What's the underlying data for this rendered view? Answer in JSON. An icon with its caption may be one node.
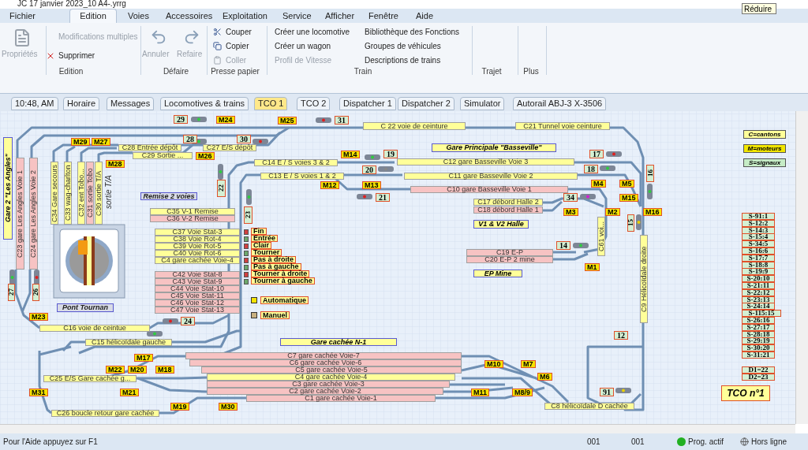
{
  "diagram": {
    "title": "JC 17 janvier 2023_10 A4-.yrrg",
    "labels": [
      "Réduire",
      "Fichier",
      "Edition",
      "Voies",
      "Accessoires",
      "Exploitation",
      "Service",
      "Afficher",
      "Fenêtre",
      "Aide",
      "Propriétés",
      "Modifications multiples",
      "Supprimer",
      "Edition",
      "Annuler",
      "Refaire",
      "Défaire",
      "Couper",
      "Copier",
      "Coller",
      "Presse papier",
      "Créer une locomotive",
      "Créer un wagon",
      "Profil de Vitesse",
      "Bibliothèque des Fonctions",
      "Groupes de véhicules",
      "Descriptions de trains",
      "Train",
      "Trajet",
      "Plus",
      "10:48, AM",
      "Horaire",
      "Messages",
      "Locomotives & trains",
      "TCO 1",
      "TCO 2",
      "Dispatcher 1",
      "Dispatcher 2",
      "Simulator",
      "Autorail ABJ-3 X-3506",
      "29",
      "M24",
      "M25",
      "31",
      "C 22 voie de ceinture",
      "C21 Tunnel voie ceinture",
      "Gare 2 \"Les Angles\"",
      "M29",
      "M27",
      "28",
      "30",
      "C28 Entrée dépôt",
      "C27 E/S dépôt",
      "Gare Principale \"Basseville\"",
      "C29 Sortie ...",
      "M26",
      "M14",
      "19",
      "17",
      "M28",
      "C14  E / S voies 3 & 2",
      "C12 gare Basseville Voie 3",
      "20",
      "18",
      "16",
      "C13  E / S voies 1 & 2",
      "C11 gare Basseville Voie 2",
      "C34 Gare secours",
      "C33 wag-charlton",
      "C32 ent Tobo...",
      "C31 sortie Tobo",
      "C30 sortie T/A",
      "sortie T/A",
      "C23 gare Les Angles Voie 1",
      "C24 gare Les Angles Voie 2",
      "22",
      "M12",
      "M13",
      "M4",
      "M5",
      "C10 gare Basseville Voie 1",
      "Remise 2 voies",
      "21",
      "34",
      "M15",
      "C17 débord Halle 2",
      "C35 V-1 Remise",
      "23",
      "C18 débord Halle 1",
      "M3",
      "M2",
      "M16",
      "C36 V-2 Remise",
      "V1 & V2 Halle",
      "C61 voi...",
      "15",
      "C37 Voie Stat-3",
      "Fin",
      "C38  Voie Rot-4",
      "Entrée",
      "C9 Hélicoïdale droite",
      "C39 Voie Rot-5",
      "Clair",
      "14",
      "C40 Voie Rot-6",
      "Tourner",
      "C19 E-P",
      "C4 gare cachée Voie-4",
      "Pas à droite",
      "C20 E-P 2 mine",
      "M1",
      "Pas à gauche",
      "C42 Voie Stat-8",
      "Tourner à droite",
      "EP Mine",
      "C43 Voie Stat-9",
      "Tourner à gauche",
      "C44 Voie Stat-10",
      "27",
      "26",
      "C45 Voie Stat-11",
      "C46 Voie Stat-12",
      "Automatique",
      "Pont Tournan",
      "C47 Voie Stat-13",
      "M23",
      "Manuel",
      "24",
      "C16 voie de ceintue",
      "12",
      "C15 hélicoïdale gauche",
      "Gare cachée N-1",
      "M17",
      "C7 gare cachée Voie-7",
      "C6 gare cachée Voie-6",
      "M10",
      "M7",
      "M22",
      "M20",
      "M18",
      "C5 gare cachée Voie-5",
      "C25 E/S  Gare cachée g...",
      "C4 gare cachée Voie-4",
      "M6",
      "C3 gare cachée Voie-3",
      "M31",
      "M21",
      "C2 gare cachée Voie-2",
      "M11",
      "M8/9",
      "91",
      "C1 gare cachée Voie-1",
      "M19",
      "M30",
      "C8 hélicoïdale D cachée",
      "C26 boucle retour gare cachée",
      "TCO n°1",
      "S-91:1",
      "S-12:2",
      "S-14:3",
      "S-15:4",
      "S-34:5",
      "S-16:6",
      "S-17:7",
      "S-18:8",
      "S-19:9",
      "S-20:10",
      "S-21:11",
      "S-22:12",
      "S-23:13",
      "S-24:14",
      "S-115:15",
      "S-26:16",
      "S-27:17",
      "S-28:18",
      "S-29:19",
      "S-30:20",
      "S-31:21",
      "D1=22",
      "D2=23",
      "Pour l'Aide appuyez sur F1",
      "001",
      "001",
      "Prog. actif",
      "Hors ligne"
    ],
    "legend": [
      {
        "text": "C=cantons",
        "color": "#ffff99"
      },
      {
        "text": "M=moteurs",
        "color": "#f2e600"
      },
      {
        "text": "S=signaux",
        "color": "#c6ecc6"
      }
    ]
  }
}
